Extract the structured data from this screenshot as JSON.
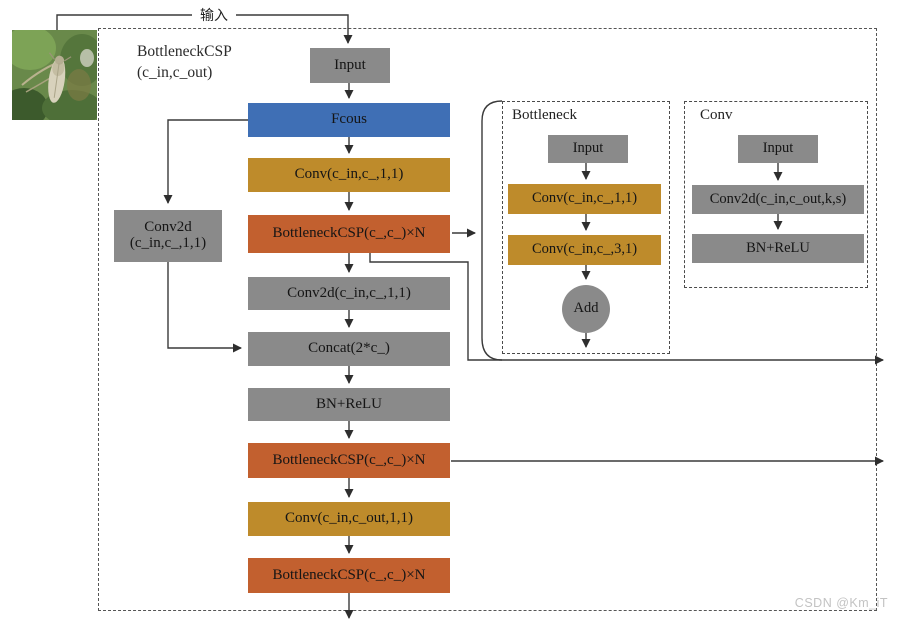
{
  "diagram": {
    "input_label": "输入",
    "outer_title_line1": "BottleneckCSP",
    "outer_title_line2": "(c_in,c_out)",
    "main_column": {
      "input": "Input",
      "boxes": [
        {
          "label": "Fcous",
          "type": "blue"
        },
        {
          "label": "Conv(c_in,c_,1,1)",
          "type": "gold"
        },
        {
          "label": "BottleneckCSP(c_,c_)×N",
          "type": "orange"
        },
        {
          "label": "Conv2d(c_in,c_,1,1)",
          "type": "gray"
        },
        {
          "label": "Concat(2*c_)",
          "type": "gray"
        },
        {
          "label": "BN+ReLU",
          "type": "gray"
        },
        {
          "label": "BottleneckCSP(c_,c_)×N",
          "type": "orange"
        },
        {
          "label": "Conv(c_in,c_out,1,1)",
          "type": "gold"
        },
        {
          "label": "BottleneckCSP(c_,c_)×N",
          "type": "orange"
        }
      ]
    },
    "side_branch": {
      "label_line1": "Conv2d",
      "label_line2": "(c_in,c_,1,1)"
    },
    "bottleneck_panel": {
      "title": "Bottleneck",
      "input": "Input",
      "conv1": "Conv(c_in,c_,1,1)",
      "conv2": "Conv(c_in,c_,3,1)",
      "add": "Add"
    },
    "conv_panel": {
      "title": "Conv",
      "input": "Input",
      "conv2d": "Conv2d(c_in,c_out,k,s)",
      "bn": "BN+ReLU"
    },
    "watermark": "CSDN @Km_iT",
    "colors": {
      "blue": "#3F6FB5",
      "gold": "#BE8B2B",
      "orange": "#C2602F",
      "gray": "#8A8A8A",
      "line": "#3a3a3a"
    }
  }
}
